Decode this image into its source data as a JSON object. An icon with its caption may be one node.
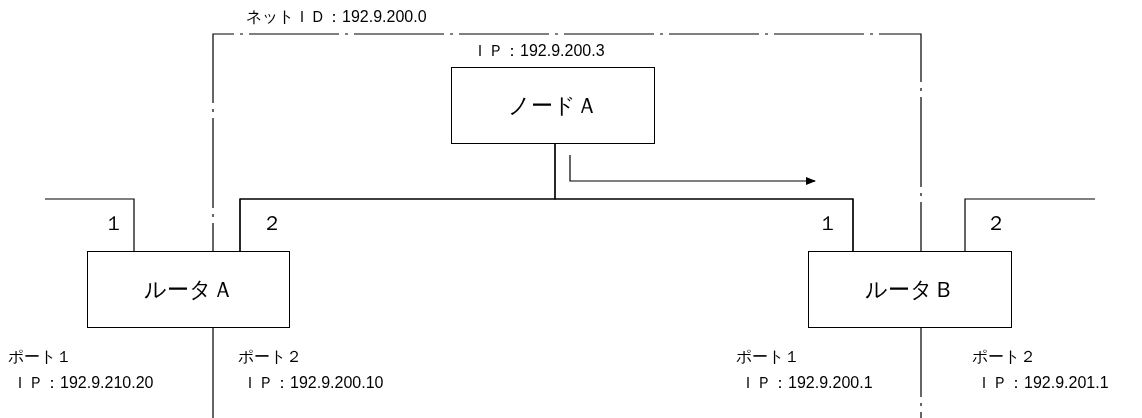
{
  "diagram": {
    "nodes": [
      {
        "text": [
          "ノードＡ"
        ],
        "beside": [
          "ＩＰ：192.9.200.3"
        ]
      },
      {
        "text": [
          "ルータＡ"
        ]
      },
      {
        "text": [
          "ルータＢ"
        ]
      }
    ],
    "edges": [
      {
        "from": 1,
        "to": 2,
        "arrow": "none"
      },
      {
        "from": 0,
        "to": 1,
        "arrow": "none"
      },
      {
        "from": 0,
        "to": 2,
        "arrow": "none"
      },
      {
        "from": 1,
        "to": null,
        "arrow": "none"
      },
      {
        "from": 2,
        "to": null,
        "arrow": "none"
      }
    ],
    "labels": [
      "ネットＩＤ：192.9.200.0",
      "１",
      "２",
      "１",
      "２",
      "ポート１",
      "ポート２",
      "ポート１",
      "ポート２",
      "ＩＰ：192.9.210.20",
      "ＩＰ：192.9.200.10",
      "ＩＰ：192.9.200.1",
      "ＩＰ：192.9.201.1"
    ]
  }
}
